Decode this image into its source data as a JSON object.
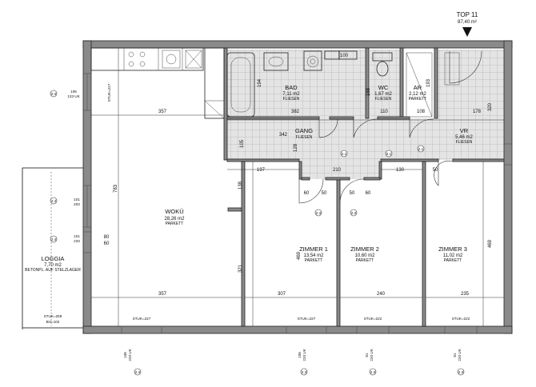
{
  "unit": {
    "name": "TOP 11",
    "area": "87,40 m²"
  },
  "rooms": {
    "bad": {
      "name": "BAD",
      "area": "7,11 m2",
      "floor": "FLIESEN"
    },
    "wc": {
      "name": "WC",
      "area": "1,67 m2",
      "floor": "FLIESEN"
    },
    "ar": {
      "name": "AR",
      "area": "2,12 m2",
      "floor": "PARKETT"
    },
    "gang": {
      "name": "GANG",
      "area": "",
      "floor": "FLIESEN"
    },
    "vr": {
      "name": "VR",
      "area": "5,46 m2",
      "floor": "FLIESEN"
    },
    "woku": {
      "name": "WOKÜ",
      "area": "28,26 m2",
      "floor": "PARKETT"
    },
    "z1": {
      "name": "ZIMMER 1",
      "area": "13,54 m2",
      "floor": "PARKETT"
    },
    "z2": {
      "name": "ZIMMER 2",
      "area": "10,60 m2",
      "floor": "PARKETT"
    },
    "z3": {
      "name": "ZIMMER 3",
      "area": "11,02 m2",
      "floor": "PARKETT"
    },
    "loggia": {
      "name": "LOGGIA",
      "area": "7,70 m2",
      "floor": "BETONPL. AUF STELZLAGER"
    }
  },
  "dimensions": {
    "d357a": "357",
    "d357b": "357",
    "d382": "382",
    "d110": "110",
    "d108": "108",
    "d178": "178",
    "d342": "342",
    "d210": "210",
    "d197": "197",
    "d130": "130",
    "d50a": "50",
    "d50b": "50",
    "d50c": "50",
    "d60a": "60",
    "d60b": "60",
    "d307": "307",
    "d240": "240",
    "d235": "235",
    "d783": "783",
    "d469a": "469",
    "d469b": "469",
    "d321": "321",
    "d138": "138",
    "d194": "194",
    "d100": "100",
    "d168": "168",
    "d193": "193",
    "d105": "105",
    "d320": "320",
    "d128": "128",
    "d80": "80",
    "d60c": "60"
  },
  "annotations": {
    "stuk_left": "STUK=227",
    "stuk_woku": "STUK=227",
    "stuk_z1": "STUK=227",
    "stuk_z2": "STUK=222",
    "stuk_z3": "STUK=222",
    "stuk_loggia": "STUK=259",
    "brh_loggia": "BH=102",
    "win_side_a": "106",
    "win_side_b": "133 UK",
    "lg_a1": "101",
    "lg_a2": "203",
    "lg_b1": "101",
    "lg_b2": "233",
    "w_bottom1_a": "106",
    "w_bottom1_b": "220 UK",
    "w_bottom2_a": "106",
    "w_bottom2_b": "220 UK",
    "w_bottom3_a": "81",
    "w_bottom3_b": "220 UK",
    "w_bottom4_a": "81",
    "w_bottom4_b": "220 UK"
  },
  "markers": [
    "2.4",
    "2.4",
    "2.4",
    "2.4",
    "2.3",
    "2.3",
    "2.3",
    "2.1",
    "2.1",
    "2.3",
    "2.1",
    "2.3"
  ]
}
